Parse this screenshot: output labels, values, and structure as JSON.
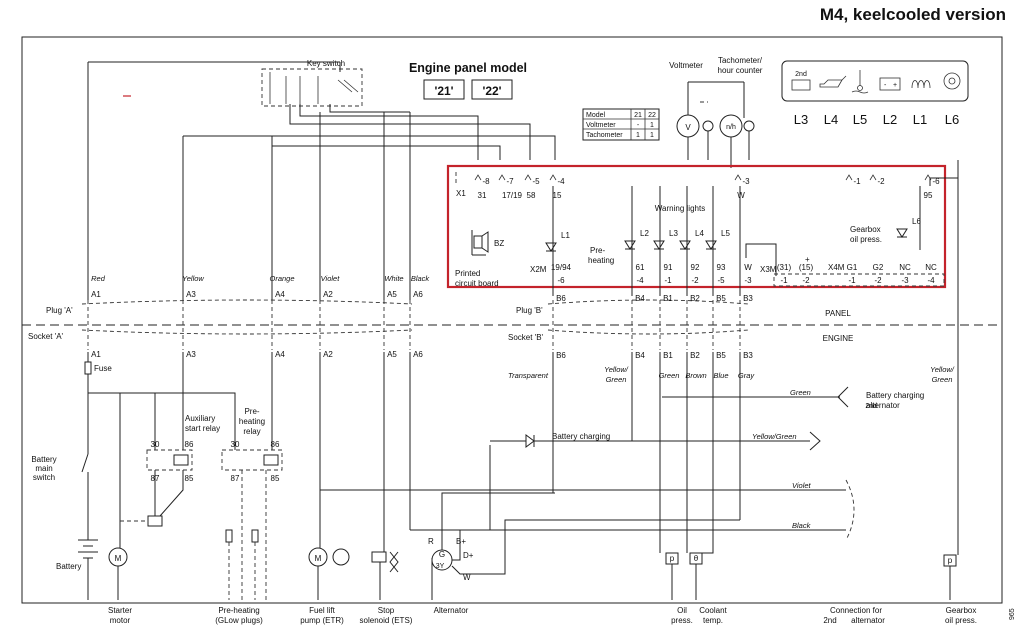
{
  "header": {
    "version_title": "M4, keelcooled version",
    "panel_model_title": "Engine panel model",
    "models": [
      "'21'",
      "'22'"
    ]
  },
  "key_switch": {
    "label": "Key switch"
  },
  "instruments": {
    "voltmeter": "Voltmeter",
    "tachometer": [
      "Tachometer/",
      "hour counter"
    ],
    "v_symbol": "V",
    "nh_symbol": "n/h"
  },
  "model_table": {
    "header": [
      "Model",
      "21",
      "22"
    ],
    "rows": [
      [
        "Voltmeter",
        "-",
        "1"
      ],
      [
        "Tachometer",
        "1",
        "1"
      ]
    ]
  },
  "warning_legend": {
    "codes": [
      "L3",
      "L4",
      "L5",
      "L2",
      "L1",
      "L6"
    ],
    "icons": [
      "2nd-icon",
      "oil-can-icon",
      "temperature-icon",
      "battery-icon",
      "glow-plug-icon",
      "gearbox-icon"
    ],
    "icon_text_2nd": "2nd"
  },
  "x1": {
    "label": "X1",
    "pins": [
      "-8",
      "-7",
      "-5",
      "-4",
      "-3",
      "-1",
      "-2",
      "-6"
    ],
    "wires": [
      "31",
      "17/19",
      "58",
      "15",
      "W",
      "95"
    ]
  },
  "panel": {
    "warning_lights": "Warning lights",
    "gearbox_oil": [
      "Gearbox",
      "oil press."
    ],
    "printed_board": [
      "Printed",
      "circuit board"
    ],
    "buzzer": "BZ",
    "preheating": [
      "Pre-",
      "heating"
    ],
    "lamps": [
      "L1",
      "L2",
      "L3",
      "L4",
      "L5",
      "L6"
    ],
    "x2m": "X2M",
    "x2m_wires": [
      "19/94",
      "61",
      "91",
      "92",
      "93",
      "W"
    ],
    "x2m_pins": [
      "-6",
      "-4",
      "-1",
      "-2",
      "-5",
      "-3"
    ],
    "x3m": "X3M",
    "x3m_wires": [
      "(31)",
      "(15)"
    ],
    "x3m_pins": [
      "-1",
      "-2"
    ],
    "x4m": "X4M",
    "x4m_wires": [
      "G1",
      "G2",
      "NC",
      "NC"
    ],
    "x4m_pins": [
      "-1",
      "-2",
      "-3",
      "-4"
    ],
    "plus": "+",
    "minus": "-"
  },
  "plug_a": {
    "label": "Plug 'A'",
    "colors": [
      "Red",
      "Yellow",
      "Orange",
      "Violet",
      "White",
      "Black"
    ],
    "pins": [
      "A1",
      "A3",
      "A4",
      "A2",
      "A5",
      "A6"
    ]
  },
  "socket_a": {
    "label": "Socket 'A'",
    "pins": [
      "A1",
      "A3",
      "A4",
      "A2",
      "A5",
      "A6"
    ]
  },
  "plug_b": {
    "label": "Plug 'B'",
    "pins": [
      "B6",
      "B4",
      "B1",
      "B2",
      "B5",
      "B3"
    ]
  },
  "socket_b": {
    "label": "Socket 'B'",
    "pins": [
      "B6",
      "B4",
      "B1",
      "B2",
      "B5",
      "B3"
    ]
  },
  "sections": {
    "panel": "PANEL",
    "engine": "ENGINE"
  },
  "engine_colors": {
    "transparent": "Transparent",
    "yellow_green": [
      "Yellow/",
      "Green"
    ],
    "green": "Green",
    "brown": "Brown",
    "blue": "Blue",
    "gray": "Gray",
    "yellow_green_right": [
      "Yellow/",
      "Green"
    ]
  },
  "engine_wiring": {
    "green_label": "Green",
    "battery_charging_2nd": [
      "Battery charging",
      "alternator"
    ],
    "battery_charging": "Battery charging",
    "yellow_green_label": "Yellow/Green",
    "violet_label": "Violet",
    "black_label": "Black"
  },
  "components": {
    "fuse": "Fuse",
    "battery_main_switch": [
      "Battery",
      "main",
      "switch"
    ],
    "battery": "Battery",
    "aux_relay": [
      "Auxiliary",
      "start relay"
    ],
    "preheat_relay": [
      "Pre-",
      "heating",
      "relay"
    ],
    "relay_pins": [
      "30",
      "86",
      "87",
      "85"
    ],
    "motor_symbol": "M",
    "alternator_pins": {
      "r": "R",
      "bplus": "B+",
      "dplus": "D+",
      "w": "W",
      "g": "G",
      "y": "3Y"
    }
  },
  "bottom_labels": {
    "starter": [
      "Starter",
      "motor"
    ],
    "preheating": [
      "Pre-heating",
      "(GLow plugs)"
    ],
    "fuel": [
      "Fuel lift",
      "pump (ETR)"
    ],
    "stop": [
      "Stop",
      "solenoid (ETS)"
    ],
    "alternator": "Alternator",
    "oil": [
      "Oil",
      "press."
    ],
    "coolant": [
      "Coolant",
      "temp."
    ],
    "connection_2nd": [
      "Connection for",
      "alternator"
    ],
    "gearbox": [
      "Gearbox",
      "oil press."
    ]
  },
  "sender_symbols": {
    "p": "p",
    "theta": "θ"
  },
  "side_code": "965"
}
